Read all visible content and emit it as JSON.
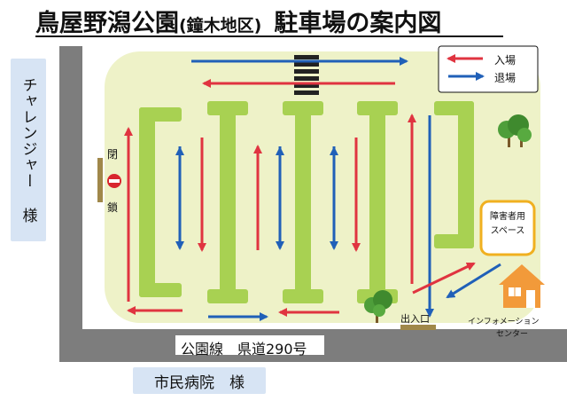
{
  "title": {
    "main": "鳥屋野潟公園",
    "district": "(鐘木地区)",
    "rest": "駐車場の案内図"
  },
  "left_box": {
    "label": "チャレンジャー 様"
  },
  "bottom_box": {
    "label": "市民病院　様"
  },
  "road": {
    "label": "公園線　県道290号"
  },
  "gate": {
    "top_char": "閉",
    "bottom_char": "鎖"
  },
  "entrance": {
    "label": "出入口"
  },
  "handicap": {
    "line1": "障害者用",
    "line2": "スペース"
  },
  "info_center": {
    "line1": "インフォメーション",
    "line2": "センター"
  },
  "legend": {
    "enter_label": "入場",
    "exit_label": "退場",
    "enter_color": "#e03440",
    "exit_color": "#2060b8"
  },
  "colors": {
    "park": "#eef2c8",
    "bars": "#a8d152",
    "road": "#7d7d7d",
    "side_box": "#d7e4f4",
    "handicap_border": "#f0b020",
    "house": "#f29a3a"
  }
}
